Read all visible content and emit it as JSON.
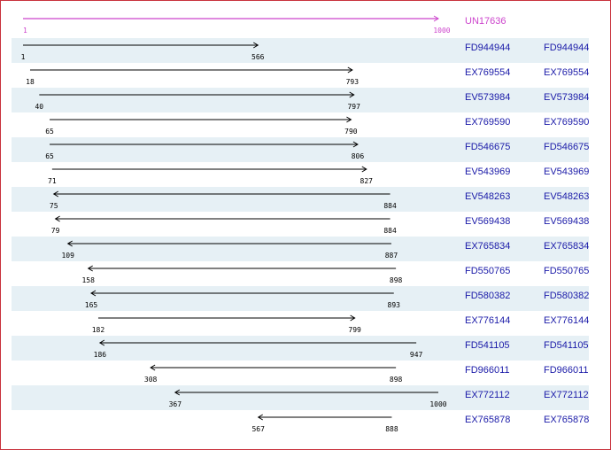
{
  "colors": {
    "reference": "#cc44cc",
    "link": "#1a1aa8",
    "band": "#e6f0f5",
    "arrow": "#000000",
    "border": "#c8323c"
  },
  "chart_data": {
    "type": "alignment",
    "scale": {
      "min": 1,
      "max": 1000
    },
    "reference": {
      "name": "UN17636",
      "start": 1,
      "end": 1000,
      "strand": "+"
    },
    "rows": [
      {
        "name": "FD944944",
        "start": 1,
        "end": 566,
        "strand": "+"
      },
      {
        "name": "EX769554",
        "start": 18,
        "end": 793,
        "strand": "+"
      },
      {
        "name": "EV573984",
        "start": 40,
        "end": 797,
        "strand": "+"
      },
      {
        "name": "EX769590",
        "start": 65,
        "end": 790,
        "strand": "+"
      },
      {
        "name": "FD546675",
        "start": 65,
        "end": 806,
        "strand": "+"
      },
      {
        "name": "EV543969",
        "start": 71,
        "end": 827,
        "strand": "+"
      },
      {
        "name": "EV548263",
        "start": 75,
        "end": 884,
        "strand": "-"
      },
      {
        "name": "EV569438",
        "start": 79,
        "end": 884,
        "strand": "-"
      },
      {
        "name": "EX765834",
        "start": 109,
        "end": 887,
        "strand": "-"
      },
      {
        "name": "FD550765",
        "start": 158,
        "end": 898,
        "strand": "-"
      },
      {
        "name": "FD580382",
        "start": 165,
        "end": 893,
        "strand": "-"
      },
      {
        "name": "EX776144",
        "start": 182,
        "end": 799,
        "strand": "+"
      },
      {
        "name": "FD541105",
        "start": 186,
        "end": 947,
        "strand": "-"
      },
      {
        "name": "FD966011",
        "start": 308,
        "end": 898,
        "strand": "-"
      },
      {
        "name": "EX772112",
        "start": 367,
        "end": 1000,
        "strand": "-"
      },
      {
        "name": "EX765878",
        "start": 567,
        "end": 888,
        "strand": "-"
      }
    ]
  }
}
